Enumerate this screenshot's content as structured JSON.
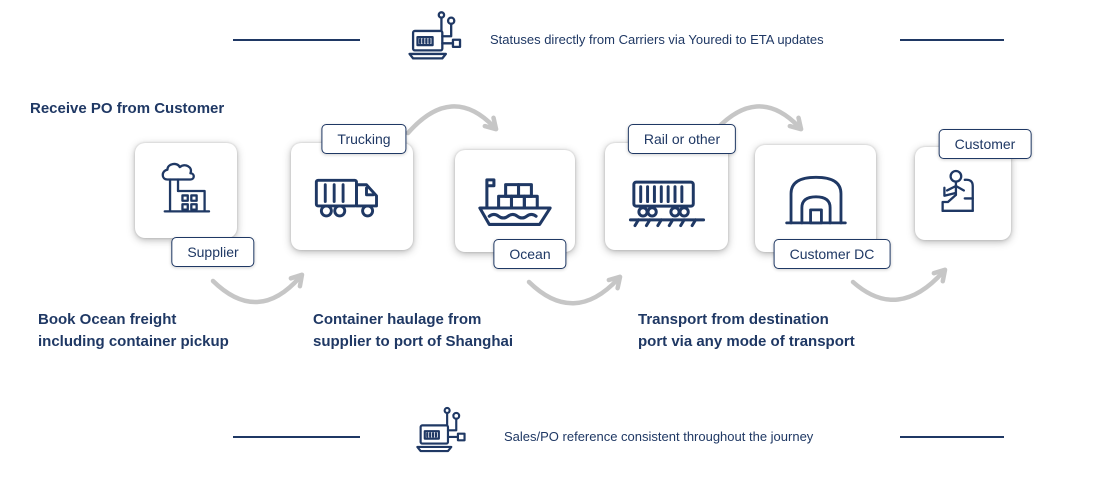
{
  "colors": {
    "navy": "#1f3864",
    "arrow_gray": "#c6c6c6"
  },
  "banners": {
    "top": "Statuses directly from Carriers via Youredi to ETA updates",
    "bottom": "Sales/PO reference consistent throughout the journey"
  },
  "intro_note": "Receive PO from Customer",
  "stages": [
    {
      "label": "Supplier",
      "icon": "factory-icon"
    },
    {
      "label": "Trucking",
      "icon": "truck-icon"
    },
    {
      "label": "Ocean",
      "icon": "container-ship-icon"
    },
    {
      "label": "Rail or other",
      "icon": "train-icon"
    },
    {
      "label": "Customer DC",
      "icon": "warehouse-icon"
    },
    {
      "label": "Customer",
      "icon": "person-reading-icon"
    }
  ],
  "annotations": [
    "Book Ocean freight\nincluding container pickup",
    "Container haulage from\nsupplier to port of Shanghai",
    "Transport from destination\nport via any mode of transport"
  ]
}
